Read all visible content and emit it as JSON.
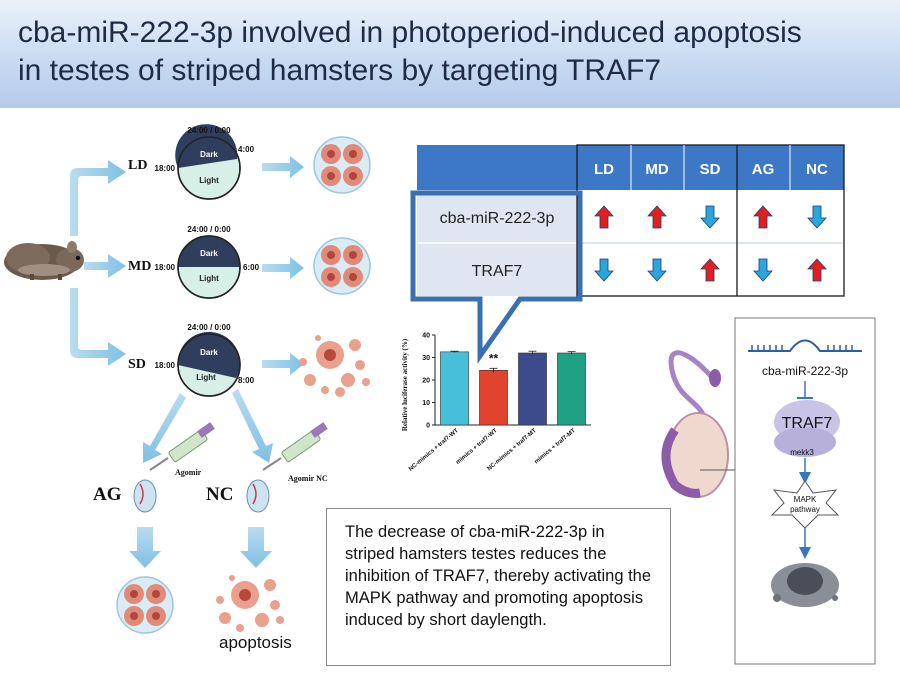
{
  "title": {
    "line1": "cba-miR-222-3p involved in photoperiod-induced apoptosis",
    "line2": "in testes of striped hamsters by targeting TRAF7"
  },
  "photoperiod": {
    "groups": [
      {
        "label": "LD",
        "top": "24:00 / 0:00",
        "left": "18:00",
        "right": "4:00",
        "dark": "Dark",
        "light": "Light"
      },
      {
        "label": "MD",
        "top": "24:00 / 0:00",
        "left": "18:00",
        "right": "6:00",
        "dark": "Dark",
        "light": "Light"
      },
      {
        "label": "SD",
        "top": "24:00 / 0:00",
        "left": "18:00",
        "right": "8:00",
        "dark": "Dark",
        "light": "Light"
      }
    ]
  },
  "treatment": {
    "ag_label": "AG",
    "nc_label": "NC",
    "ag_syringe": "Agomir",
    "nc_syringe": "Agomir NC",
    "apoptosis_label": "apoptosis"
  },
  "expression_table": {
    "columns": [
      "LD",
      "MD",
      "SD",
      "AG",
      "NC"
    ],
    "rows": [
      {
        "name": "cba-miR-222-3p",
        "directions": [
          "up",
          "up",
          "down",
          "up",
          "down"
        ]
      },
      {
        "name": "TRAF7",
        "directions": [
          "down",
          "down",
          "up",
          "down",
          "up"
        ]
      }
    ],
    "colors": {
      "header": "#3d78c6",
      "up": "#e02020",
      "down": "#2aa6dc",
      "rowbg": "#dfe6f2"
    }
  },
  "chart_data": {
    "type": "bar",
    "categories": [
      "NC-mimics + traf7-WT",
      "mimics + traf7-WT",
      "NC-mimics + traf7-MT",
      "mimics + traf7-MT"
    ],
    "values": [
      32.5,
      24.3,
      32.0,
      32.0
    ],
    "errors": [
      0.3,
      0.9,
      0.8,
      0.6
    ],
    "colors": [
      "#47bfd9",
      "#e1432e",
      "#3c4b8c",
      "#1fa184"
    ],
    "ylabel": "Relative luciferase activity (%)",
    "ylim": [
      0,
      40
    ],
    "yticks": [
      0,
      10,
      20,
      30,
      40
    ],
    "significance": "**"
  },
  "pathway": {
    "mirna": "cba-miR-222-3p",
    "target": "TRAF7",
    "partner": "mekk3",
    "mapk_line1": "MAPK",
    "mapk_line2": "pathway"
  },
  "summary": {
    "text": "The decrease of cba-miR-222-3p in striped hamsters testes reduces the inhibition of TRAF7, thereby activating the MAPK pathway and promoting apoptosis induced by short daylength."
  }
}
